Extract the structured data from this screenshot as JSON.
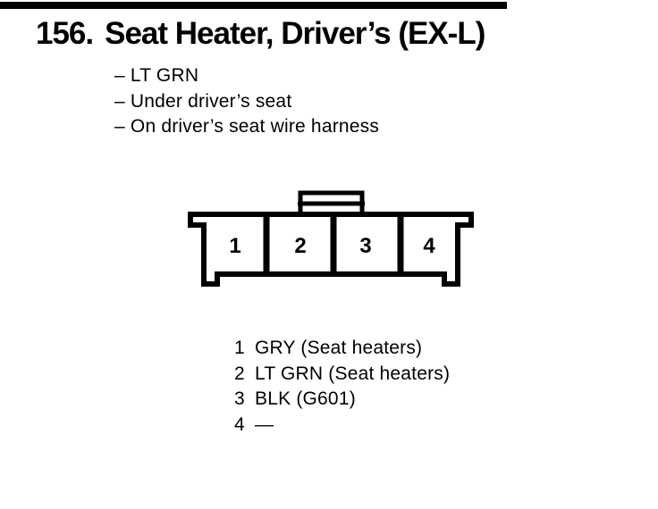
{
  "header": {
    "number": "156.",
    "title": "Seat Heater, Driver’s (EX-L)"
  },
  "notes": [
    "– LT GRN",
    "– Under driver’s seat",
    "– On driver’s seat wire harness"
  ],
  "connector": {
    "pins": [
      "1",
      "2",
      "3",
      "4"
    ]
  },
  "pin_table": {
    "rows": [
      {
        "pin": "1",
        "desc": "GRY (Seat heaters)"
      },
      {
        "pin": "2",
        "desc": "LT GRN (Seat heaters)"
      },
      {
        "pin": "3",
        "desc": "BLK (G601)"
      },
      {
        "pin": "4",
        "desc": "—"
      }
    ]
  },
  "colors": {
    "ink": "#000000",
    "paper": "#ffffff"
  }
}
